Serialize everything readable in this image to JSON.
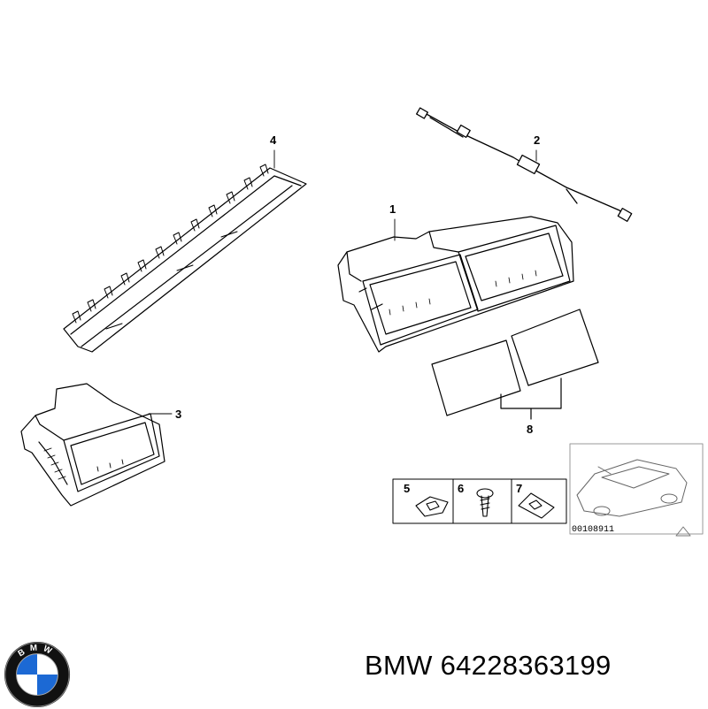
{
  "callouts": {
    "part1": "1",
    "part2": "2",
    "part3": "3",
    "part4": "4",
    "part5": "5",
    "part6": "6",
    "part7": "7",
    "part8": "8"
  },
  "reference_code": "00108911",
  "footer": {
    "brand": "BMW",
    "part_number": "64228363199",
    "text": "BMW 64228363199"
  },
  "logo": {
    "text": "BMW",
    "colors": {
      "blue": "#1c69d4",
      "white": "#ffffff",
      "ring": "#111111"
    }
  }
}
